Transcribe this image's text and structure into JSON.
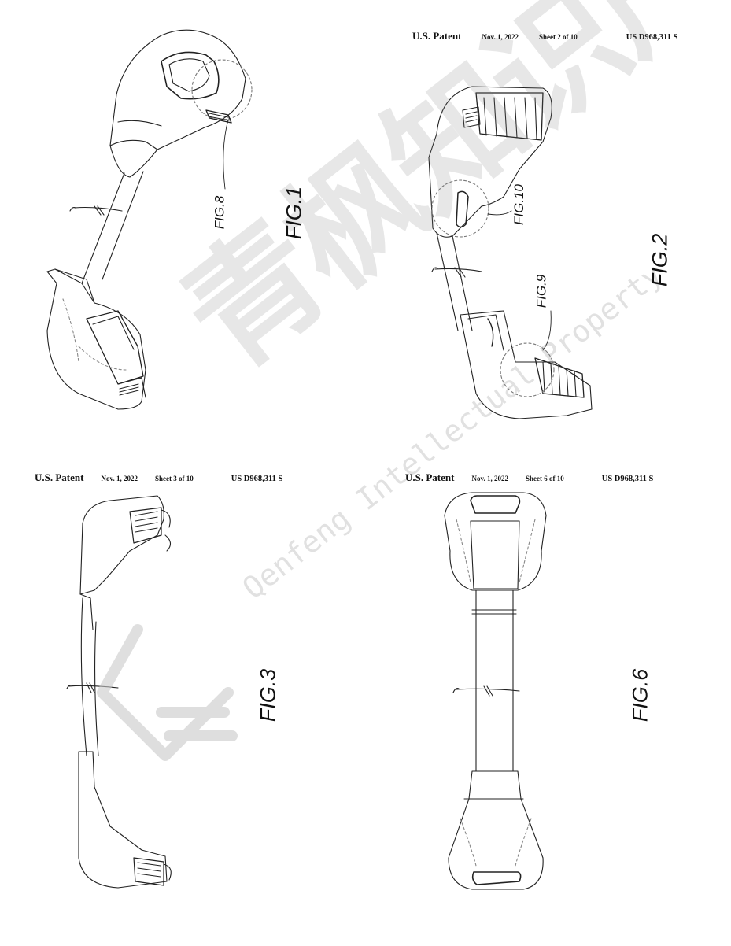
{
  "sheets": [
    {
      "patent": "U.S. Patent",
      "date": "Nov. 1, 2022",
      "sheet": "Sheet 2 of 10",
      "number": "US D968,311 S"
    },
    {
      "patent": "U.S. Patent",
      "date": "Nov. 1, 2022",
      "sheet": "Sheet 3 of 10",
      "number": "US D968,311 S"
    },
    {
      "patent": "U.S. Patent",
      "date": "Nov. 1, 2022",
      "sheet": "Sheet 6 of 10",
      "number": "US D968,311 S"
    }
  ],
  "figures": {
    "fig1": "FIG.1",
    "fig8": "FIG.8",
    "fig2": "FIG.2",
    "fig9": "FIG.9",
    "fig10": "FIG.10",
    "fig3": "FIG.3",
    "fig6": "FIG.6"
  },
  "watermark": {
    "chinese": "青枫知识产权",
    "english": "Qenfeng Intellectual Property",
    "color": "#bdbdbd"
  }
}
